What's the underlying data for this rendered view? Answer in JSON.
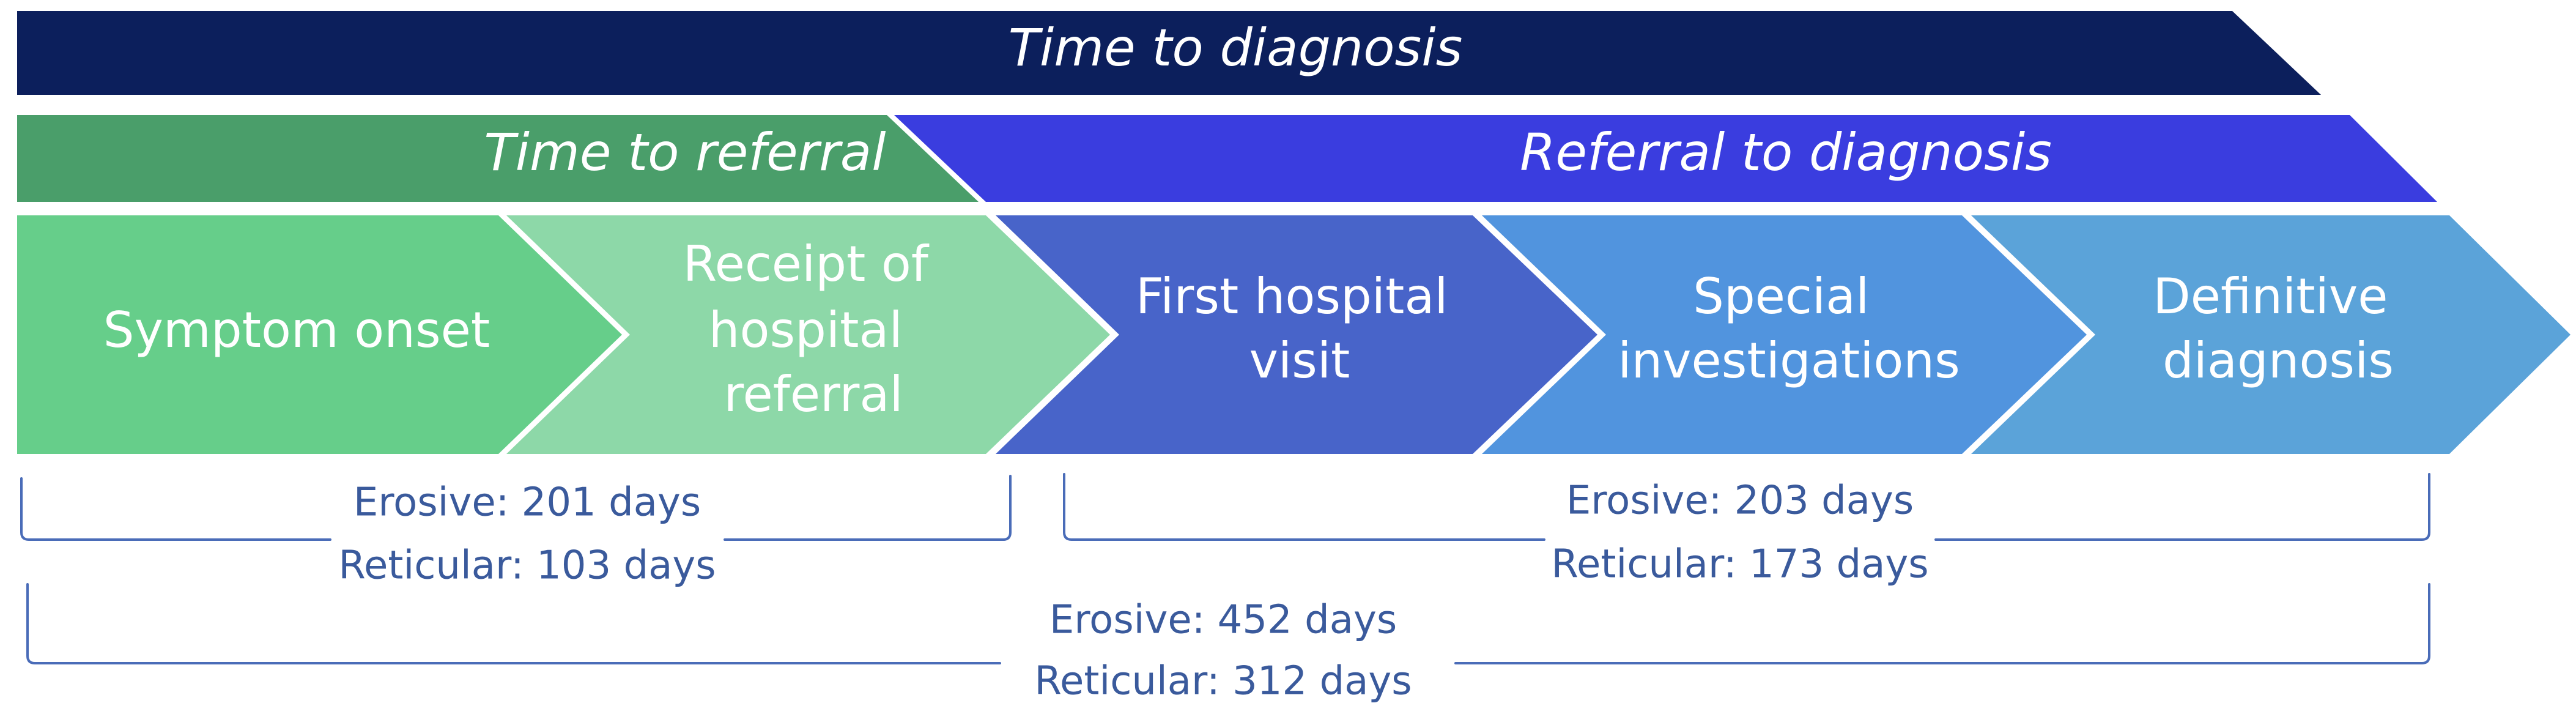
{
  "colors": {
    "time_to_diagnosis": "#0c1f5c",
    "time_to_referral": "#4a9e6a",
    "referral_to_diagnosis": "#3a3ddf",
    "symptom_onset": "#66ce8a",
    "receipt_of_referral": "#8dd8a8",
    "first_hospital_visit": "#4864c9",
    "special_investigations": "#5194de",
    "definitive_diagnosis": "#5ba3d9",
    "duration_text": "#3a5a9c"
  },
  "bands": {
    "time_to_diagnosis": "Time to diagnosis",
    "time_to_referral": "Time to referral",
    "referral_to_diagnosis": "Referral to diagnosis"
  },
  "steps": {
    "symptom_onset": [
      "Symptom onset"
    ],
    "receipt_of_referral": [
      "Receipt of",
      "hospital",
      "referral"
    ],
    "first_hospital_visit": [
      "First hospital",
      "visit"
    ],
    "special_investigations": [
      "Special",
      "investigations"
    ],
    "definitive_diagnosis": [
      "Definitive",
      "diagnosis"
    ]
  },
  "durations": {
    "time_to_referral": {
      "erosive": "Erosive: 201 days",
      "reticular": "Reticular: 103 days"
    },
    "referral_to_diagnosis": {
      "erosive": "Erosive: 203 days",
      "reticular": "Reticular: 173 days"
    },
    "time_to_diagnosis": {
      "erosive": "Erosive: 452 days",
      "reticular": "Reticular: 312 days"
    }
  }
}
